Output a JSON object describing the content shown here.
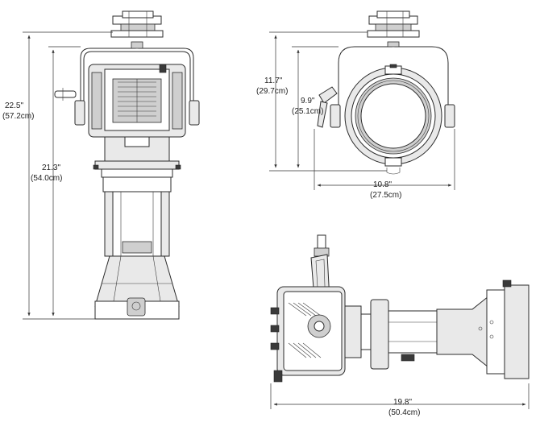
{
  "front_view": {
    "overall_height_in": "22.5\"",
    "overall_height_cm": "(57.2cm)",
    "body_height_in": "21.3\"",
    "body_height_cm": "(54.0cm)"
  },
  "rear_view": {
    "height_in": "11.7\"",
    "height_cm": "(29.7cm)",
    "lens_height_in": "9.9\"",
    "lens_height_cm": "(25.1cm)",
    "width_in": "10.8\"",
    "width_cm": "(27.5cm)"
  },
  "side_view": {
    "length_in": "19.8\"",
    "length_cm": "(50.4cm)"
  },
  "colors": {
    "line": "#2b2b2b",
    "fill_light": "#e9e9e9",
    "fill_mid": "#cfcfcf"
  }
}
